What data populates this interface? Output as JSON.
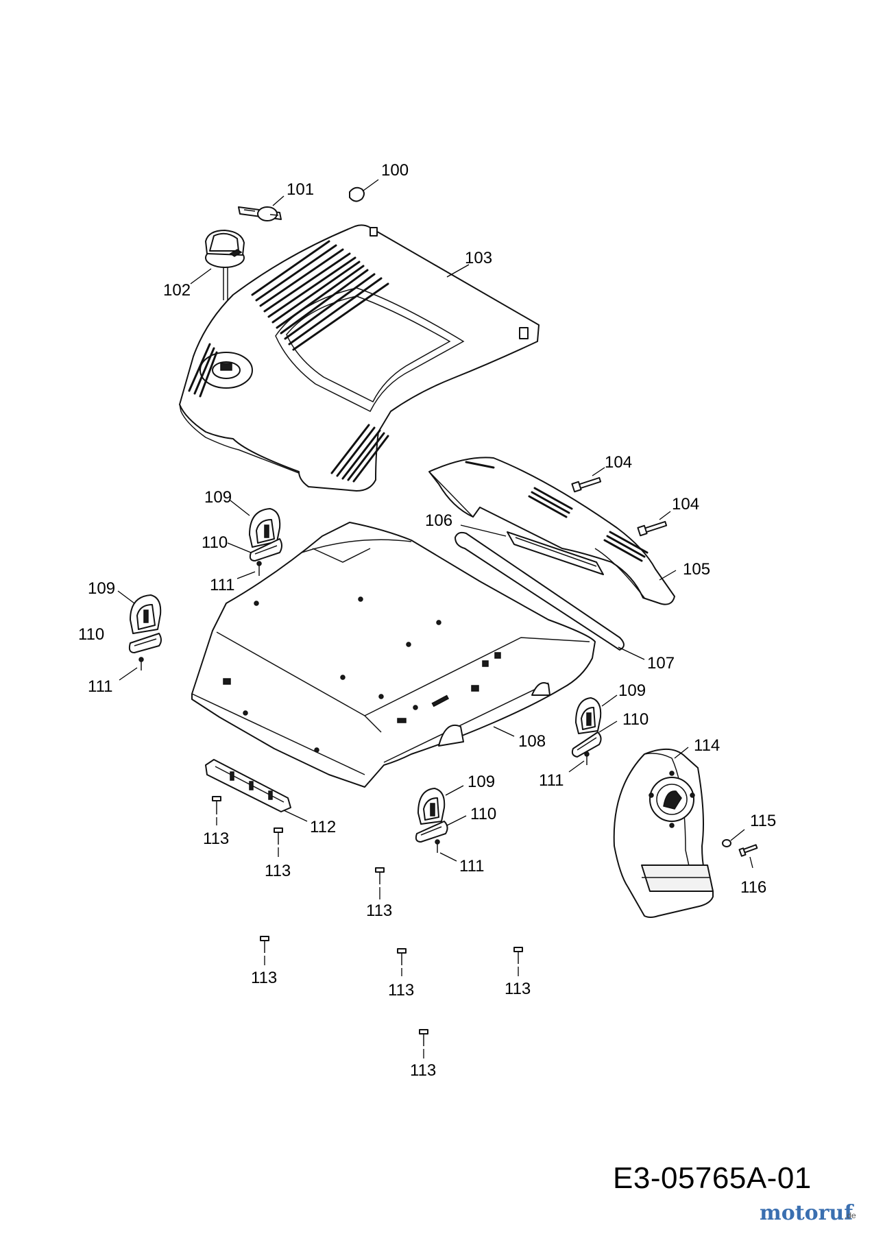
{
  "drawing_code": "E3-05765A-01",
  "watermark": {
    "brand": "motoruf",
    "suffix": ".de"
  },
  "callouts": {
    "c100": "100",
    "c101": "101",
    "c102": "102",
    "c103": "103",
    "c104a": "104",
    "c104b": "104",
    "c105": "105",
    "c106": "106",
    "c107": "107",
    "c108": "108",
    "c109a": "109",
    "c109b": "109",
    "c109c": "109",
    "c109d": "109",
    "c110a": "110",
    "c110b": "110",
    "c110c": "110",
    "c110d": "110",
    "c111a": "111",
    "c111b": "111",
    "c111c": "111",
    "c111d": "111",
    "c112": "112",
    "c113a": "113",
    "c113b": "113",
    "c113c": "113",
    "c113d": "113",
    "c113e": "113",
    "c113f": "113",
    "c113g": "113",
    "c114": "114",
    "c115": "115",
    "c116": "116"
  }
}
